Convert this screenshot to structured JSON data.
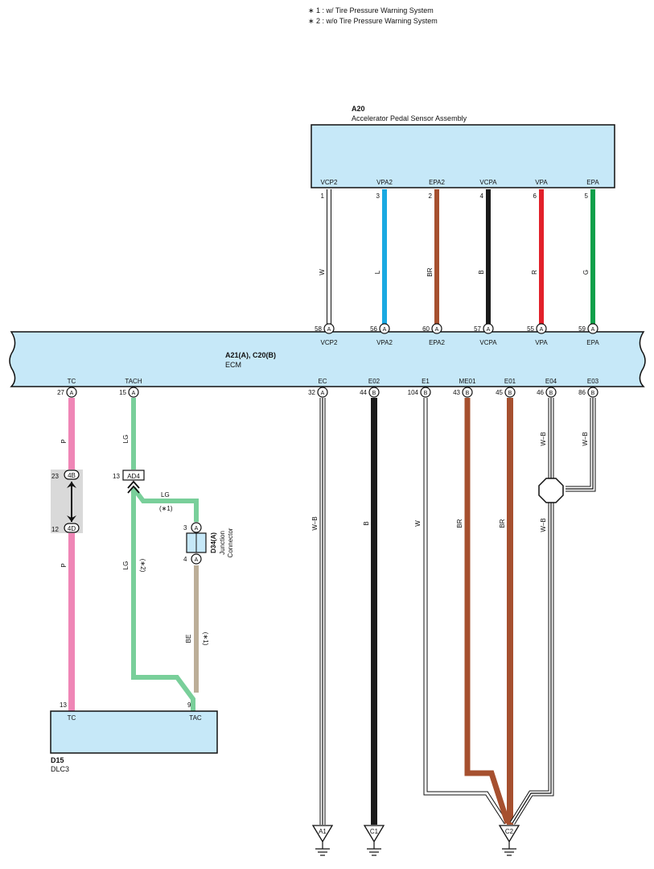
{
  "legend": [
    "∗ 1 : w/ Tire Pressure Warning System",
    "∗ 2 : w/o Tire Pressure Warning System"
  ],
  "colors": {
    "box_fill": "#c6e8f8",
    "W": "#ffffff",
    "L": "#1aa9e2",
    "BR": "#a6502f",
    "B": "#1a1a1a",
    "R": "#e2202a",
    "G": "#0fa04a",
    "P": "#ef86b6",
    "LG": "#79cf9a",
    "BE": "#bcae98",
    "connector_gray": "#d9d9d9"
  },
  "components": {
    "a20": {
      "code": "A20",
      "name": "Accelerator Pedal Sensor Assembly"
    },
    "ecm": {
      "code": "A21(A), C20(B)",
      "name": "ECM"
    },
    "d15": {
      "code": "D15",
      "name": "DLC3"
    },
    "d34": {
      "code": "D34(A)",
      "name1": "Junction",
      "name2": "Connector"
    }
  },
  "a20_pins": [
    {
      "name": "VCP2",
      "pin": "1",
      "wire": "W",
      "ecm_pin": "58",
      "ecm_conn": "A",
      "ecm_name": "VCP2"
    },
    {
      "name": "VPA2",
      "pin": "3",
      "wire": "L",
      "ecm_pin": "56",
      "ecm_conn": "A",
      "ecm_name": "VPA2"
    },
    {
      "name": "EPA2",
      "pin": "2",
      "wire": "BR",
      "ecm_pin": "60",
      "ecm_conn": "A",
      "ecm_name": "EPA2"
    },
    {
      "name": "VCPA",
      "pin": "4",
      "wire": "B",
      "ecm_pin": "57",
      "ecm_conn": "A",
      "ecm_name": "VCPA"
    },
    {
      "name": "VPA",
      "pin": "6",
      "wire": "R",
      "ecm_pin": "55",
      "ecm_conn": "A",
      "ecm_name": "VPA"
    },
    {
      "name": "EPA",
      "pin": "5",
      "wire": "G",
      "ecm_pin": "59",
      "ecm_conn": "A",
      "ecm_name": "EPA"
    }
  ],
  "ecm_bottom_pins": [
    {
      "name": "TC",
      "pin": "27",
      "conn": "A",
      "wire": "P"
    },
    {
      "name": "TACH",
      "pin": "15",
      "conn": "A",
      "wire": "LG"
    },
    {
      "name": "EC",
      "pin": "32",
      "conn": "A",
      "wire": "W–B"
    },
    {
      "name": "E02",
      "pin": "44",
      "conn": "B",
      "wire": "B"
    },
    {
      "name": "E1",
      "pin": "104",
      "conn": "B",
      "wire": "W"
    },
    {
      "name": "ME01",
      "pin": "43",
      "conn": "B",
      "wire": "BR"
    },
    {
      "name": "E01",
      "pin": "45",
      "conn": "B",
      "wire": "BR"
    },
    {
      "name": "E04",
      "pin": "46",
      "conn": "B",
      "wire": "W–B"
    },
    {
      "name": "E03",
      "pin": "86",
      "conn": "B",
      "wire": "W–B"
    }
  ],
  "tc_circuit": {
    "conn_upper": "4B",
    "conn_upper_pin": "23",
    "conn_lower": "4D",
    "conn_lower_pin": "12",
    "wire_upper": "P",
    "wire_lower": "P"
  },
  "tach_circuit": {
    "ad_conn": "AD4",
    "ad_pin": "13",
    "route1_wire": "LG",
    "route1_note": "(∗1)",
    "route2_wire": "LG",
    "route2_note": "(∗2)",
    "junction_pin_top": "3",
    "junction_pin_bottom": "4",
    "junction_conn": "A",
    "be_wire": "BE",
    "be_note": "(∗1)",
    "e04_lower_wire": "W–B"
  },
  "dlc3_pins": [
    {
      "name": "TC",
      "pin": "13"
    },
    {
      "name": "TAC",
      "pin": "9"
    }
  ],
  "grounds": [
    "A1",
    "C1",
    "C2"
  ]
}
